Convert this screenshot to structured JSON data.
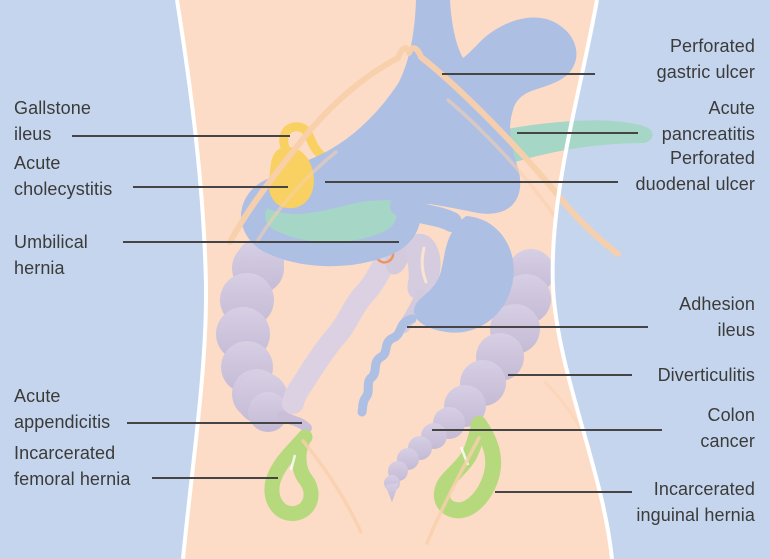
{
  "labels": {
    "left": [
      {
        "id": "gallstone-ileus",
        "line1": "Gallstone",
        "line2": "ileus"
      },
      {
        "id": "acute-cholecystitis",
        "line1": "Acute",
        "line2": "cholecystitis"
      },
      {
        "id": "umbilical-hernia",
        "line1": "Umbilical",
        "line2": "hernia"
      },
      {
        "id": "acute-appendicitis",
        "line1": "Acute",
        "line2": "appendicitis"
      },
      {
        "id": "incarcerated-femoral-hernia",
        "line1": "Incarcerated",
        "line2": "femoral hernia"
      }
    ],
    "right": [
      {
        "id": "perforated-gastric-ulcer",
        "line1": "Perforated",
        "line2": "gastric ulcer"
      },
      {
        "id": "acute-pancreatitis",
        "line1": "Acute",
        "line2": "pancreatitis"
      },
      {
        "id": "perforated-duodenal-ulcer",
        "line1": "Perforated",
        "line2": "duodenal ulcer"
      },
      {
        "id": "adhesion-ileus",
        "line1": "Adhesion",
        "line2": "ileus"
      },
      {
        "id": "diverticulitis",
        "line1": "Diverticulitis"
      },
      {
        "id": "colon-cancer",
        "line1": "Colon",
        "line2": "cancer"
      },
      {
        "id": "incarcerated-inguinal-hernia",
        "line1": "Incarcerated",
        "line2": "inguinal hernia"
      }
    ]
  },
  "colors": {
    "background": "#c5d5ed",
    "skin": "#fcdcc6",
    "organ-blue": "#aebfe4",
    "pancreas-teal": "#a5d6c6",
    "gallbladder-yellow": "#f8d162",
    "colon-light": "#d7cfe4",
    "colon-dark": "#c4bad5",
    "small-bowel": "#dbd1e2",
    "hernia-green": "#b7d97e",
    "navel-orange": "#ef9558",
    "rib-line": "#f9cfab",
    "label-text": "#3b3b3a",
    "leader-line": "#454545",
    "body-outline": "#ffffff"
  }
}
